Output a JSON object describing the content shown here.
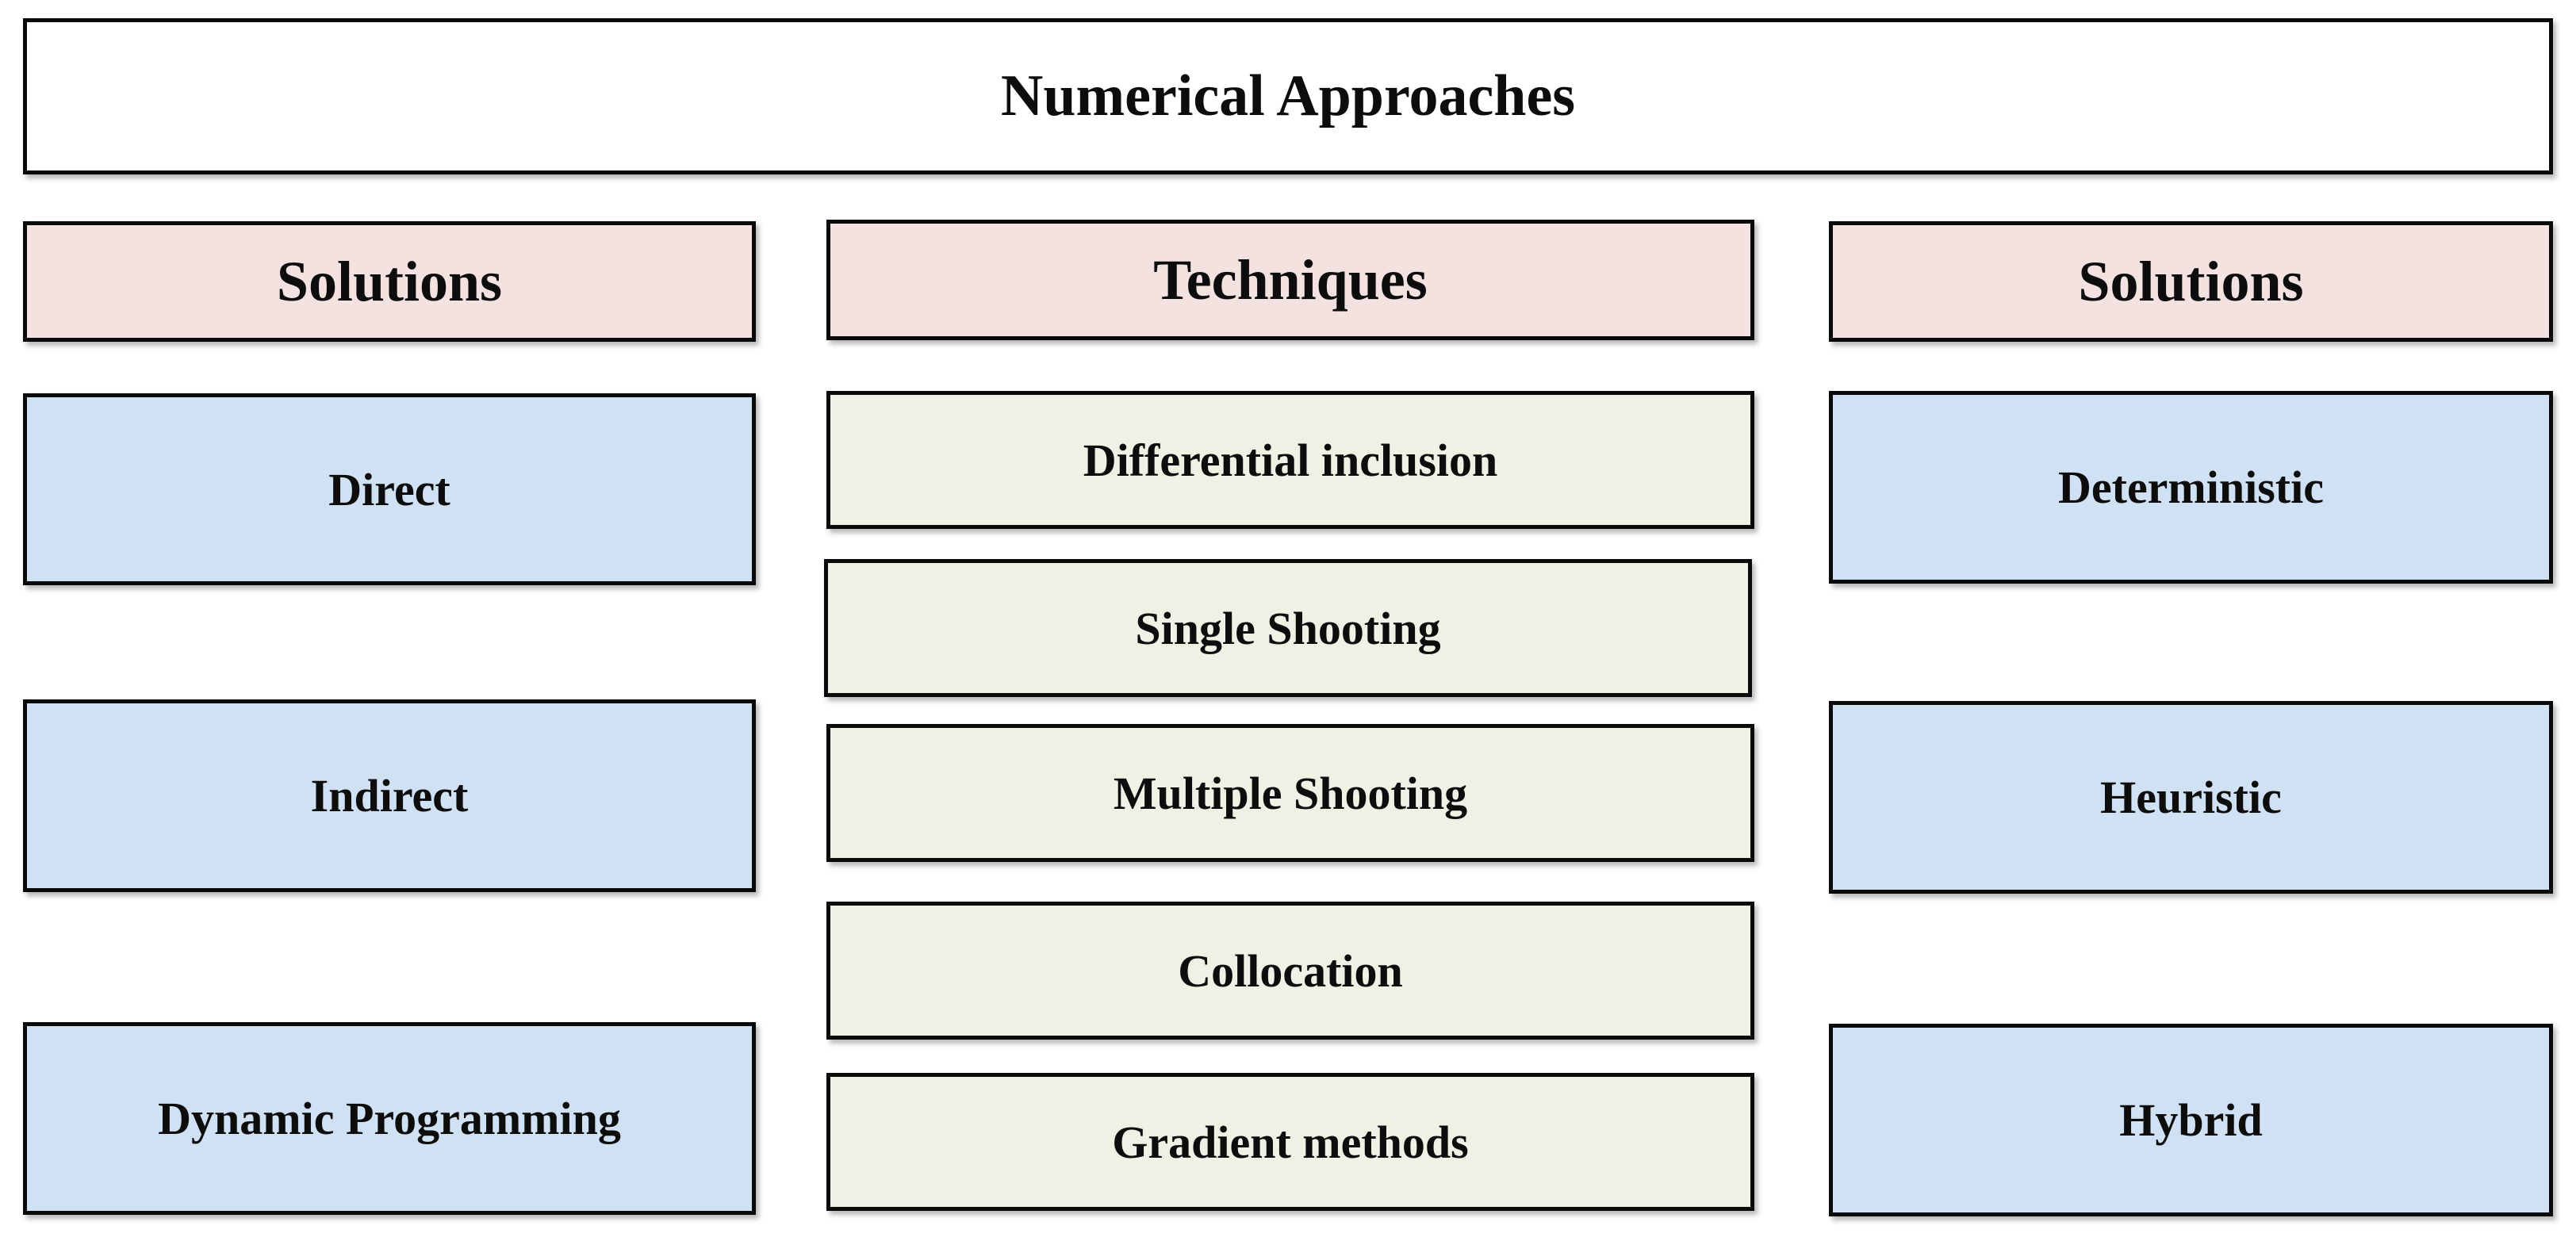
{
  "title": "Numerical Approaches",
  "headers": {
    "left": "Solutions",
    "middle": "Techniques",
    "right": "Solutions"
  },
  "left_solutions": [
    "Direct",
    "Indirect",
    "Dynamic Programming"
  ],
  "techniques": [
    "Differential inclusion",
    "Single Shooting",
    "Multiple Shooting",
    "Collocation",
    "Gradient methods"
  ],
  "right_solutions": [
    "Deterministic",
    "Heuristic",
    "Hybrid"
  ],
  "colors": {
    "header_fill": "#f4e2e1",
    "solution_fill": "#d0e1f3",
    "technique_fill": "#eef1e3",
    "title_fill": "#ffffff",
    "border": "#0a0a0a"
  }
}
